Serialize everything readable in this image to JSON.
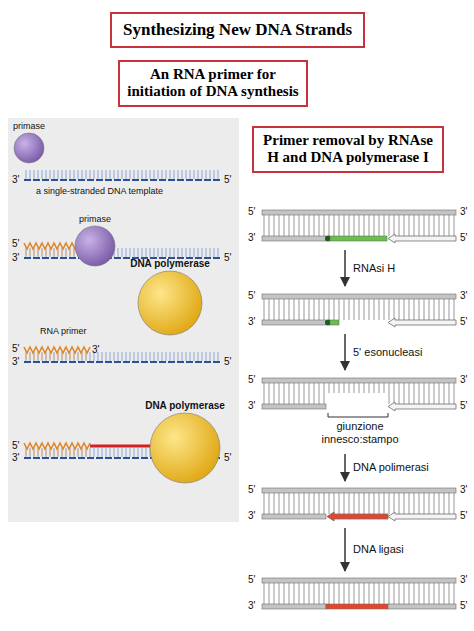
{
  "diagram": {
    "title": "Synthesizing New DNA Strands",
    "nodes": [
      {
        "text": [
          "An RNA primer for initiation of DNA synthesis"
        ]
      },
      {
        "text": [
          "Primer removal by RNAse H and DNA polymerase I"
        ]
      },
      {
        "text": [
          "primase"
        ]
      },
      {
        "text": [
          "primase"
        ]
      },
      {
        "text": [
          "DNA polymerase"
        ]
      },
      {
        "text": [
          "DNA polymerase"
        ]
      }
    ],
    "labels": [
      "3'",
      "5'",
      "a single-stranded DNA template",
      "5'",
      "3'",
      "5'",
      "RNA primer",
      "5'",
      "3'",
      "3'",
      "5'",
      "5'",
      "3'",
      "5'",
      "5'",
      "3'",
      "3'",
      "5'",
      "RNAsi H",
      "5'",
      "3'",
      "3'",
      "5'",
      "5' esonucleasi",
      "5'",
      "3'",
      "3'",
      "5'",
      "giunzione innesco:stampo",
      "DNA polimerasi",
      "5'",
      "3'",
      "3'",
      "5'",
      "DNA ligasi",
      "5'",
      "3'",
      "3'",
      "5'"
    ]
  }
}
